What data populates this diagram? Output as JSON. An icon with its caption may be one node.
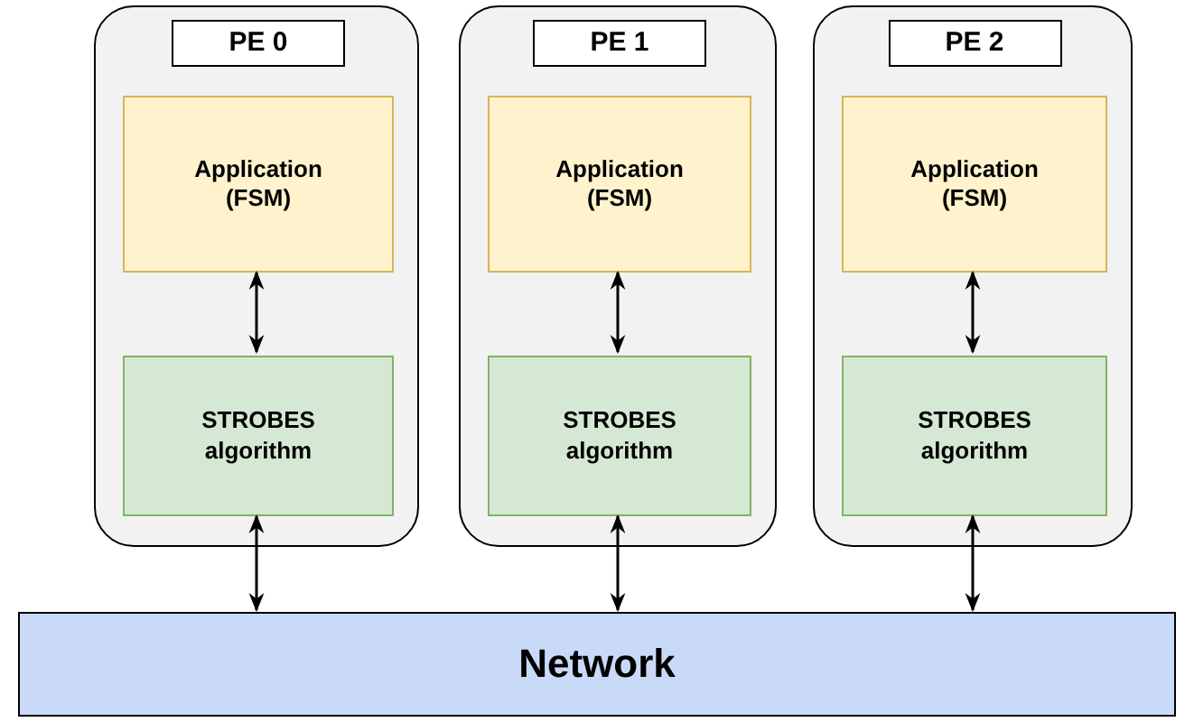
{
  "diagram": {
    "nodes": [
      {
        "text": [],
        "shape": "box"
      },
      {
        "text": [
          "PE 0"
        ],
        "in": 0
      },
      {
        "text": [
          "Application (FSM)"
        ],
        "in": 0
      },
      {
        "text": [
          "STROBES algorithm"
        ],
        "in": 0
      },
      {
        "text": [],
        "shape": "box"
      },
      {
        "text": [
          "PE 1"
        ],
        "in": 4
      },
      {
        "text": [
          "Application (FSM)"
        ],
        "in": 4
      },
      {
        "text": [
          "STROBES algorithm"
        ],
        "in": 4
      },
      {
        "text": [],
        "shape": "box"
      },
      {
        "text": [
          "PE 2"
        ],
        "in": 8
      },
      {
        "text": [
          "Application (FSM)"
        ],
        "in": 8
      },
      {
        "text": [
          "STROBES algorithm"
        ],
        "in": 8
      },
      {
        "text": [
          "Network"
        ]
      }
    ],
    "edges": [
      {
        "from": 2,
        "to": 3,
        "arrow": "both"
      },
      {
        "from": 3,
        "to": 12,
        "arrow": "both"
      },
      {
        "from": 6,
        "to": 7,
        "arrow": "both"
      },
      {
        "from": 7,
        "to": 12,
        "arrow": "both"
      },
      {
        "from": 10,
        "to": 11,
        "arrow": "both"
      },
      {
        "from": 11,
        "to": 12,
        "arrow": "both"
      }
    ]
  }
}
